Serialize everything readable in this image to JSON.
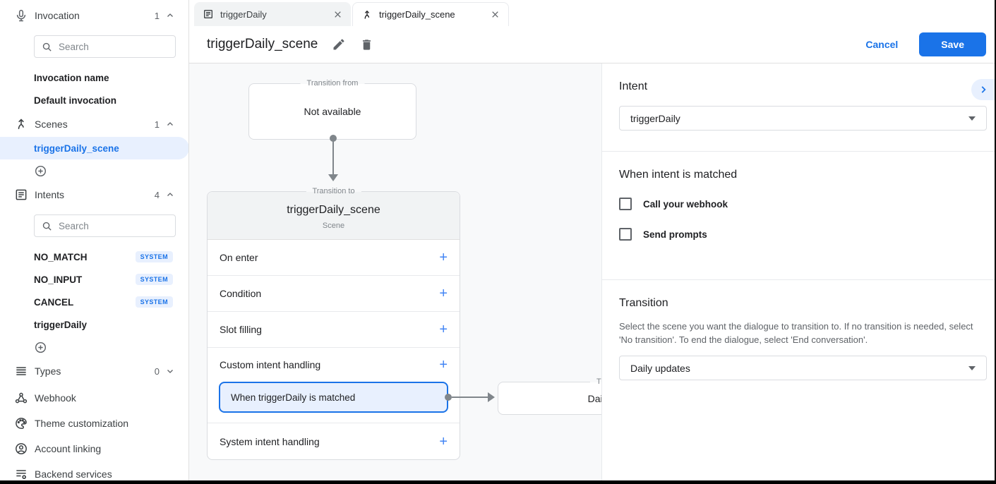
{
  "colors": {
    "accent": "#1a73e8",
    "accent_light": "#e8f0fe",
    "canvas_bg": "#f8f9fa"
  },
  "sidebar": {
    "invocation": {
      "label": "Invocation",
      "count": "1",
      "search_placeholder": "Search",
      "items": [
        {
          "label": "Invocation name"
        },
        {
          "label": "Default invocation"
        }
      ]
    },
    "scenes": {
      "label": "Scenes",
      "count": "1",
      "items": [
        {
          "label": "triggerDaily_scene",
          "selected": true
        }
      ]
    },
    "intents": {
      "label": "Intents",
      "count": "4",
      "search_placeholder": "Search",
      "items": [
        {
          "label": "NO_MATCH",
          "badge": "SYSTEM"
        },
        {
          "label": "NO_INPUT",
          "badge": "SYSTEM"
        },
        {
          "label": "CANCEL",
          "badge": "SYSTEM"
        },
        {
          "label": "triggerDaily",
          "badge": ""
        }
      ]
    },
    "types": {
      "label": "Types",
      "count": "0"
    },
    "nav": [
      {
        "label": "Webhook"
      },
      {
        "label": "Theme customization"
      },
      {
        "label": "Account linking"
      },
      {
        "label": "Backend services"
      }
    ]
  },
  "tabs": [
    {
      "label": "triggerDaily"
    },
    {
      "label": "triggerDaily_scene"
    }
  ],
  "header": {
    "title": "triggerDaily_scene",
    "cancel_label": "Cancel",
    "save_label": "Save"
  },
  "canvas": {
    "transition_from": {
      "legend": "Transition from",
      "content": "Not available"
    },
    "scene_card": {
      "legend": "Transition to",
      "title": "triggerDaily_scene",
      "subtitle": "Scene",
      "plus": "+",
      "rows": [
        {
          "label": "On enter"
        },
        {
          "label": "Condition"
        },
        {
          "label": "Slot filling"
        },
        {
          "label": "Custom intent handling"
        },
        {
          "label": "System intent handling"
        }
      ],
      "matched_item": "When triggerDaily is matched"
    },
    "target_card": {
      "legend": "Transition to",
      "content": "Daily updates"
    }
  },
  "panel": {
    "intent": {
      "heading": "Intent",
      "value": "triggerDaily"
    },
    "matched": {
      "heading": "When intent is matched",
      "checkboxes": [
        {
          "label": "Call your webhook",
          "checked": false
        },
        {
          "label": "Send prompts",
          "checked": false
        }
      ]
    },
    "transition": {
      "heading": "Transition",
      "description": "Select the scene you want the dialogue to transition to. If no transition is needed, select 'No transition'. To end the dialogue, select 'End conversation'.",
      "value": "Daily updates"
    }
  }
}
